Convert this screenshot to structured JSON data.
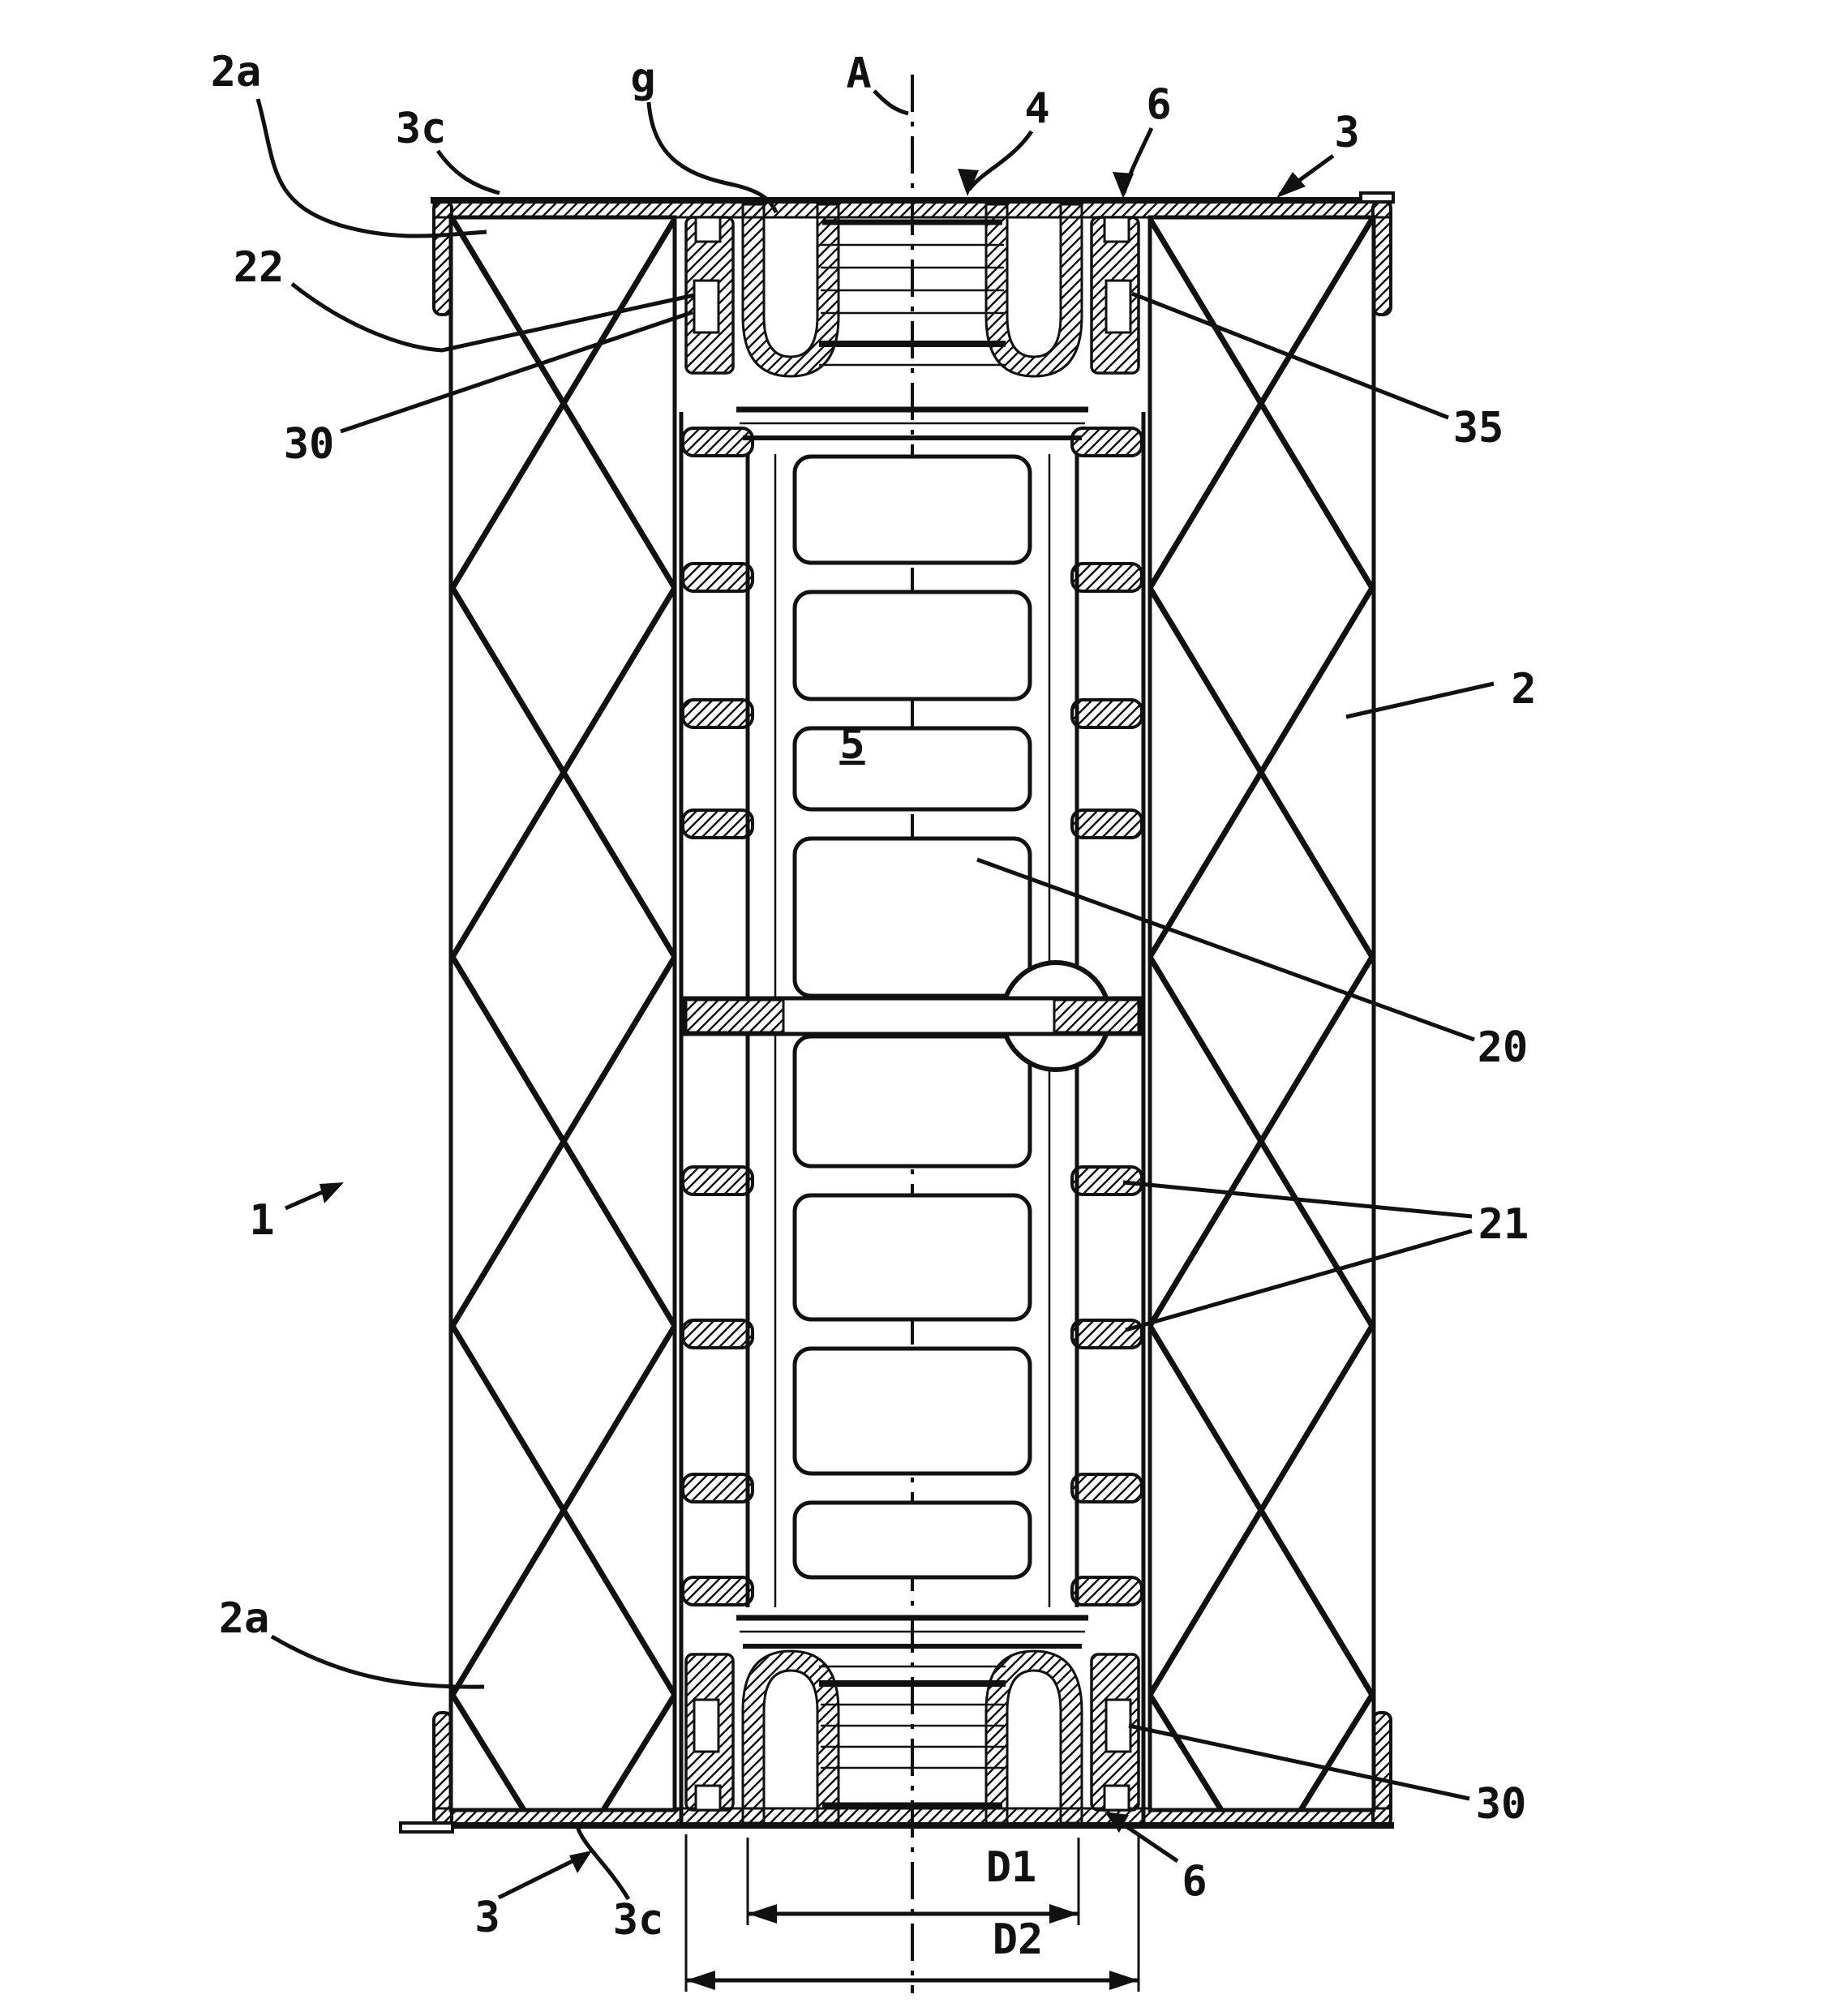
{
  "figure": {
    "kind": "patent cross-section drawing of a filter element",
    "axis_label": "A",
    "line_color": "#111111",
    "labels": {
      "la_2a_top": "2a",
      "la_3c_top": "3c",
      "la_g": "g",
      "la_axis": "A",
      "la_4": "4",
      "la_6_top": "6",
      "la_3_top": "3",
      "la_22": "22",
      "la_30_top": "30",
      "la_35": "35",
      "la_2": "2",
      "la_5": "5",
      "la_20": "20",
      "la_1": "1",
      "la_21": "21",
      "la_2a_bottom": "2a",
      "la_30_bottom": "30",
      "la_3_bottom": "3",
      "la_3c_bottom": "3c",
      "la_6_bottom": "6",
      "la_d1": "D1",
      "la_d2": "D2"
    }
  }
}
